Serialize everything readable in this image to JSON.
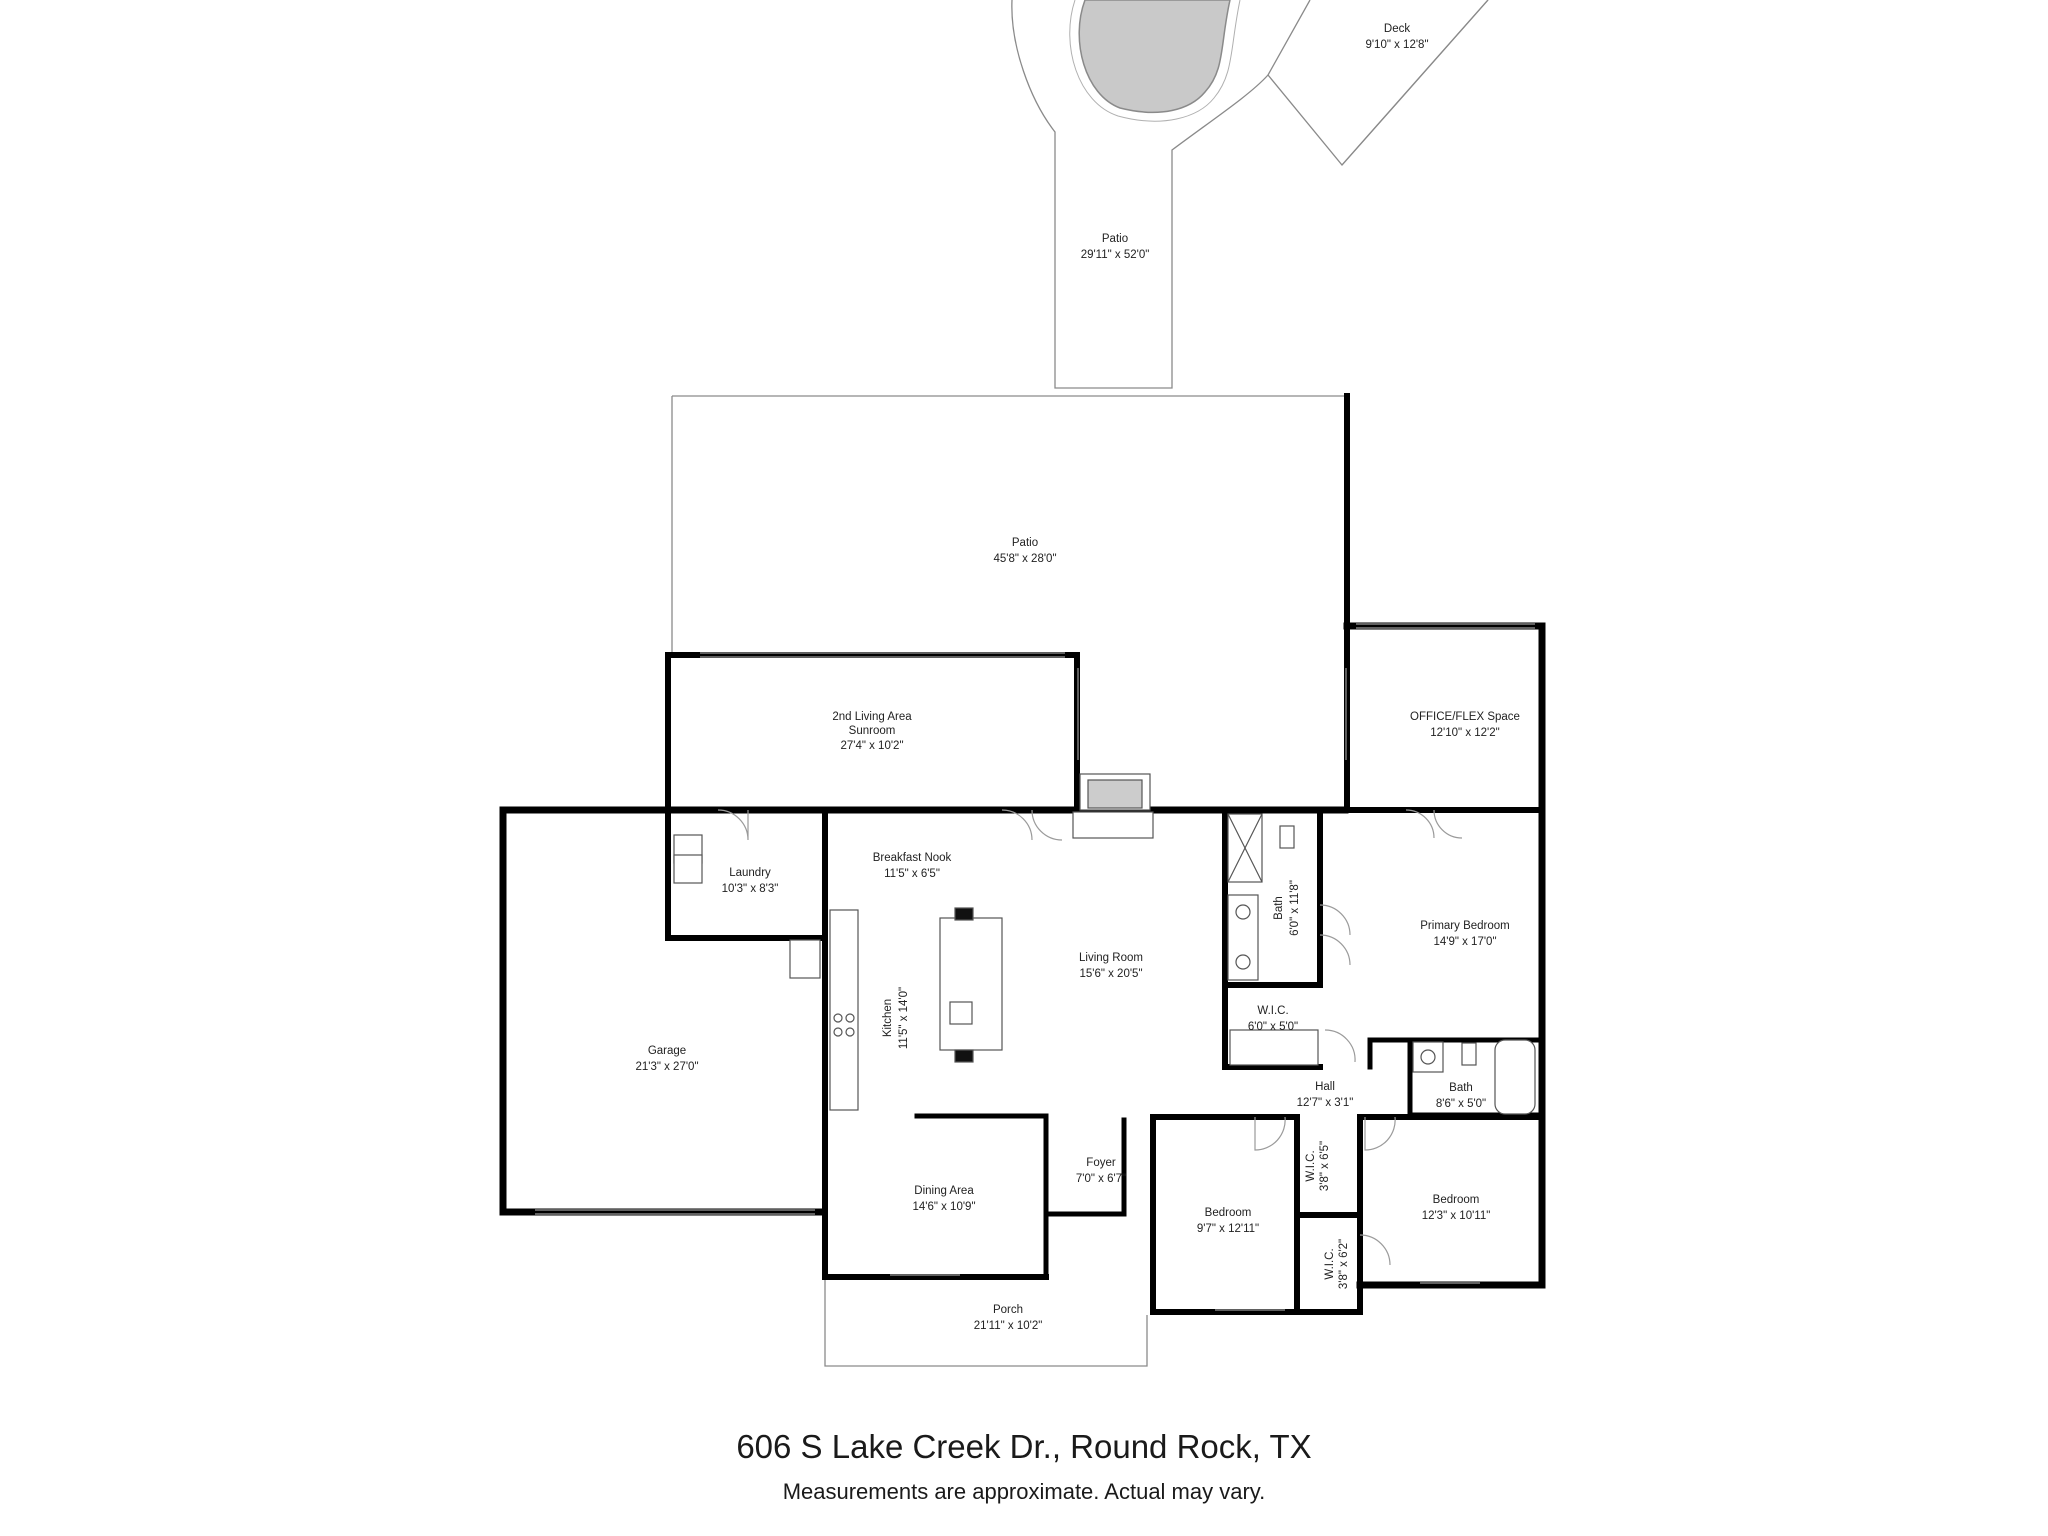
{
  "caption": {
    "address": "606 S Lake Creek Dr., Round Rock, TX",
    "note": "Measurements are approximate.  Actual may vary."
  },
  "rooms": {
    "deck": {
      "name": "Deck",
      "dim": "9'10\" x 12'8\""
    },
    "patio_upper": {
      "name": "Patio",
      "dim": "29'11\" x 52'0\""
    },
    "patio_main": {
      "name": "Patio",
      "dim": "45'8\" x 28'0\""
    },
    "sunroom": {
      "name": "2nd Living Area",
      "name2": "Sunroom",
      "dim": "27'4\" x 10'2\""
    },
    "office": {
      "name": "OFFICE/FLEX Space",
      "dim": "12'10\" x 12'2\""
    },
    "laundry": {
      "name": "Laundry",
      "dim": "10'3\" x 8'3\""
    },
    "breakfast": {
      "name": "Breakfast Nook",
      "dim": "11'5\" x 6'5\""
    },
    "living": {
      "name": "Living Room",
      "dim": "15'6\" x 20'5\""
    },
    "bath_primary": {
      "name": "Bath",
      "dim": "6'0\" x 11'8\""
    },
    "primary_bedroom": {
      "name": "Primary Bedroom",
      "dim": "14'9\" x 17'0\""
    },
    "kitchen": {
      "name": "Kitchen",
      "dim": "11'5\" x 14'0\""
    },
    "wic_primary": {
      "name": "W.I.C.",
      "dim": "6'0\" x 5'0\""
    },
    "garage": {
      "name": "Garage",
      "dim": "21'3\" x 27'0\""
    },
    "hall": {
      "name": "Hall",
      "dim": "12'7\" x 3'1\""
    },
    "bath_hall": {
      "name": "Bath",
      "dim": "8'6\" x 5'0\""
    },
    "foyer": {
      "name": "Foyer",
      "dim": "7'0\" x 6'7\""
    },
    "dining": {
      "name": "Dining Area",
      "dim": "14'6\" x 10'9\""
    },
    "wic_a": {
      "name": "W.I.C.",
      "dim": "3'8\" x 6'5\""
    },
    "bedroom_mid": {
      "name": "Bedroom",
      "dim": "9'7\" x 12'11\""
    },
    "bedroom_right": {
      "name": "Bedroom",
      "dim": "12'3\" x 10'11\""
    },
    "wic_b": {
      "name": "W.I.C.",
      "dim": "3'8\" x 6'2\""
    },
    "porch": {
      "name": "Porch",
      "dim": "21'11\" x 10'2\""
    }
  },
  "colors": {
    "wall": "#000000",
    "outline": "#8a8a8a",
    "pool": "#c9c9c9"
  }
}
